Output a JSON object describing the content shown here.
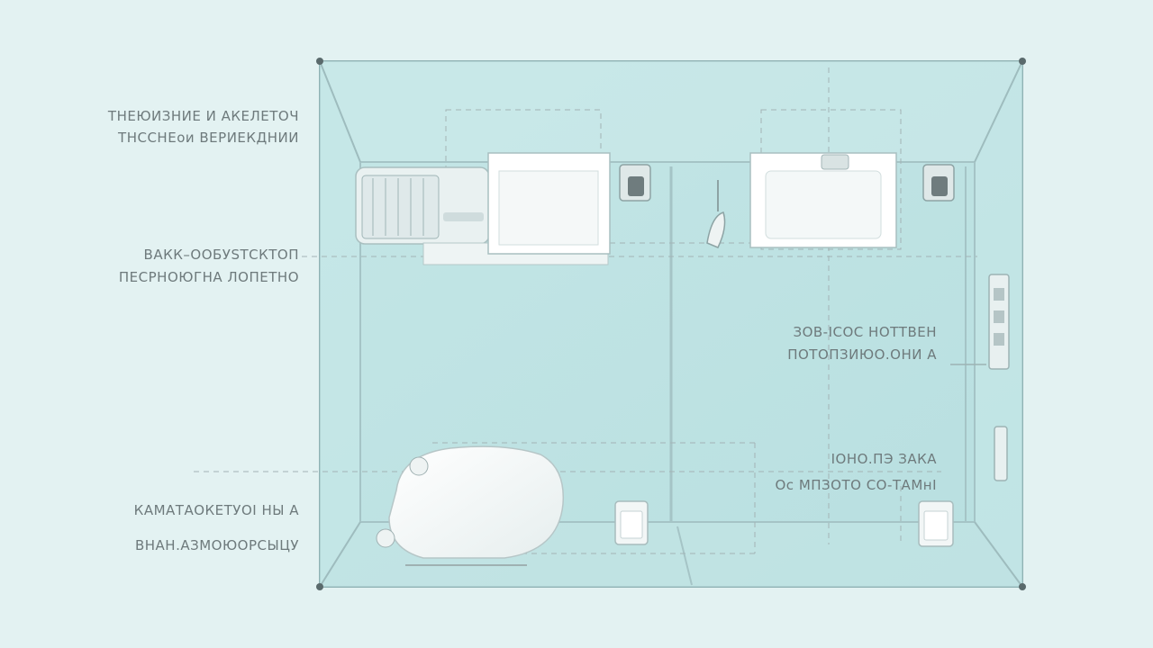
{
  "annotations": {
    "left": [
      [
        "ТНЕЮИЗНИЕ И АКЕЛЕТОЧ",
        "ТНССНЕои ВЕРИЕКДНИИ"
      ],
      [
        "ВАКК–ООБУSТСКТОП",
        "ПЕСРНОЮГНА ЛОПЕТНО"
      ],
      [
        "КАМАТАОКЕТУОІ НЫ А",
        "ВНАН.АЗМОЮОРСЫЦУ"
      ]
    ],
    "right": [
      [
        "ЗОВ-ІСОС НОТТВЕН",
        "ПОТОПЗИЮО.ОНИ А"
      ],
      [
        "ІОНО.ПЭ ЗАКА",
        "Ос МПЗОТО СО-ТАМнІ"
      ]
    ]
  },
  "colors": {
    "background": "#e3f2f2",
    "floor": "#bfe3e3",
    "wall": "#8fb2b4",
    "fixture": "#ffffff",
    "text": "#6e7a7c"
  }
}
